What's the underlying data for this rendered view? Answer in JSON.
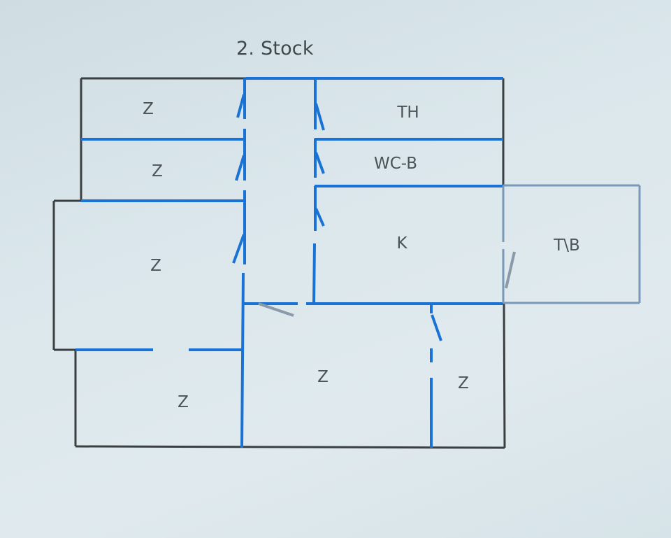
{
  "floor_plan": {
    "title": "2. Stock",
    "colors": {
      "wall_inner": "#1a73d4",
      "wall_outer": "#3a3f42",
      "balcony_outline": "#7a98b8",
      "label": "#4a5357",
      "background": "#dbe6eb"
    },
    "rooms": [
      {
        "id": "room-z-top-left",
        "label": "Z"
      },
      {
        "id": "room-z-second-left",
        "label": "Z"
      },
      {
        "id": "room-z-middle-left",
        "label": "Z"
      },
      {
        "id": "room-z-bottom-left",
        "label": "Z"
      },
      {
        "id": "room-th",
        "label": "TH"
      },
      {
        "id": "room-wc-b",
        "label": "WC-B"
      },
      {
        "id": "room-k",
        "label": "K"
      },
      {
        "id": "room-t-b",
        "label": "T\\B"
      },
      {
        "id": "room-z-bottom-center",
        "label": "Z"
      },
      {
        "id": "room-z-bottom-right",
        "label": "Z"
      }
    ]
  }
}
